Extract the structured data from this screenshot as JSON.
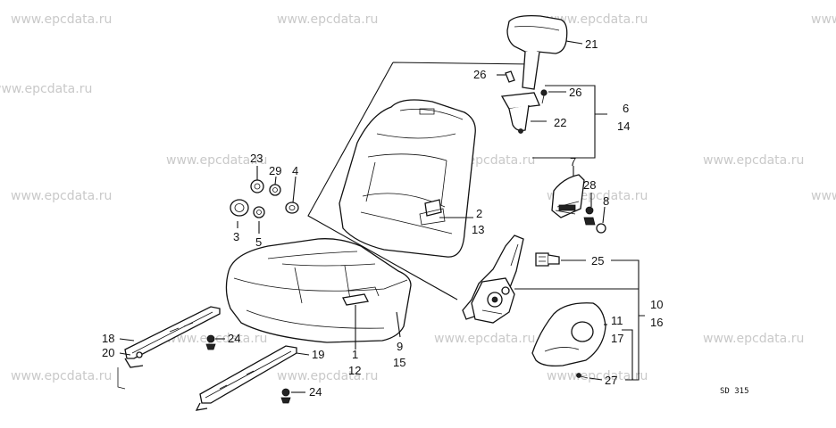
{
  "watermark": "www.epcdata.ru",
  "drawing_code": "SD 315",
  "callouts": {
    "c21": "21",
    "c26a": "26",
    "c26b": "26",
    "c6": "6",
    "c14": "14",
    "c22": "22",
    "c7": "7",
    "c28": "28",
    "c8": "8",
    "c2": "2",
    "c13": "13",
    "c23": "23",
    "c29": "29",
    "c4": "4",
    "c3": "3",
    "c5": "5",
    "c25": "25",
    "c10": "10",
    "c16": "16",
    "c11": "11",
    "c17": "17",
    "c27": "27",
    "c9": "9",
    "c15": "15",
    "c1": "1",
    "c12": "12",
    "c18": "18",
    "c20": "20",
    "c24a": "24",
    "c19": "19",
    "c24b": "24"
  }
}
